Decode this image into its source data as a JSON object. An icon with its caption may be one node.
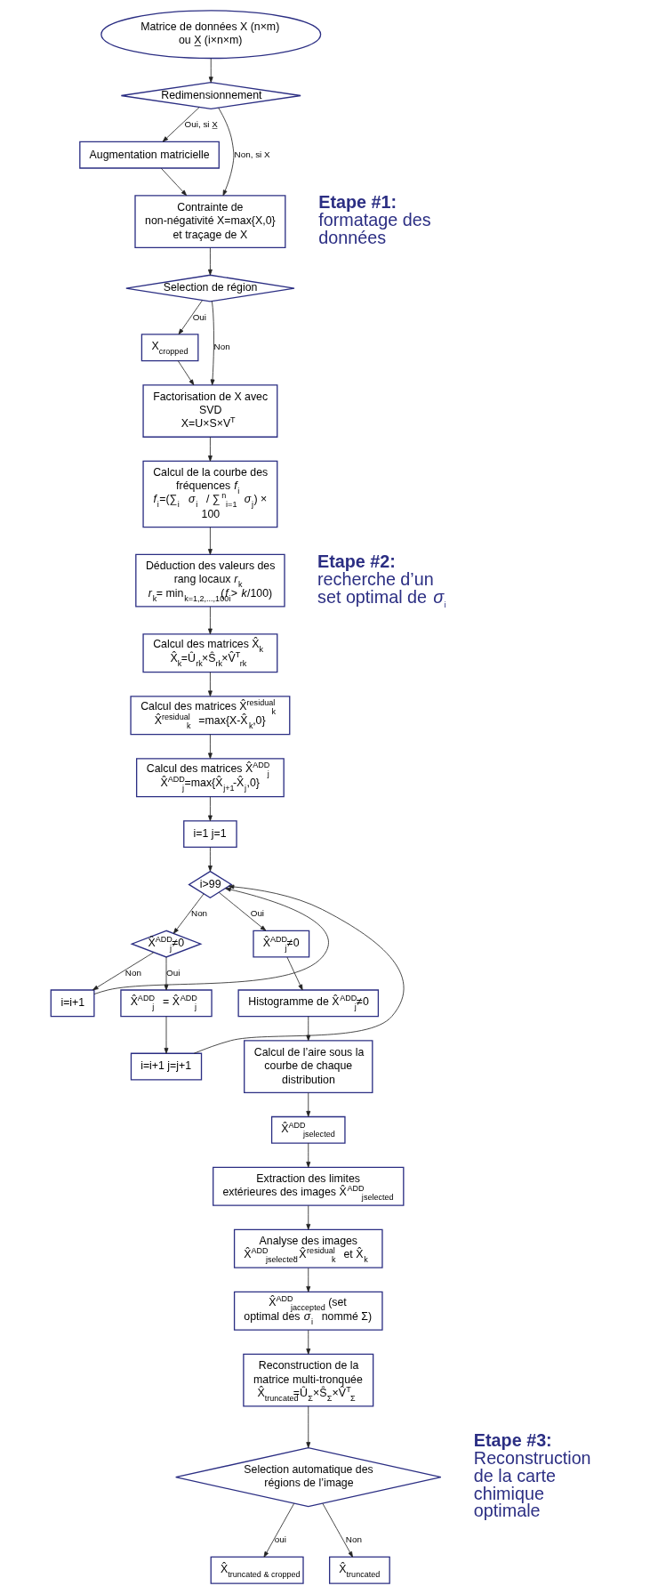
{
  "diagram": {
    "nodes": [
      {
        "text": [
          "Matrice de données X (n×m) ou X̲ (i×n×m)"
        ]
      },
      {
        "text": [
          "Redimensionnement"
        ]
      },
      {
        "text": [
          "Augmentation matricielle"
        ]
      },
      {
        "text": [
          "Contrainte de non-négativité X=max{X,0} et traçage de X"
        ]
      },
      {
        "text": [
          "Selection de région"
        ]
      },
      {
        "text": [
          "X$_{cropped}$"
        ]
      },
      {
        "text": [
          "Factorisation de X avec SVD",
          "X=U×S×V$^{T}$"
        ]
      },
      {
        "text": [
          "Calcul de la courbe des fréquences *f*$_{i}$",
          "*f*$_{i}$=(∑$_{i}$ *σ*$_{i}$ / ∑$^{n}$$_{i=1}$ *σ*$_{j}$) × 100"
        ]
      },
      {
        "text": [
          "Déduction des valeurs des rang locaux *r*$_{k}$",
          "*r*$_{k}$= min$_{k=1,2,...,100}$(*f*$_{i}$> *k*/100)"
        ]
      },
      {
        "text": [
          "Calcul des matrices X̂$_{k}$",
          "X̂$_{k}$=Û$_{rk}$×Ŝ$_{rk}$×V̂$^{T}$$_{rk}$"
        ]
      },
      {
        "text": [
          "Calcul des matrices X̂$^{residual}$$_{k}$",
          "X̂$^{residual}$$_{k}$ =max{X-X̂$_{k}$,0}"
        ]
      },
      {
        "text": [
          "Calcul des matrices X̂$^{ADD}$$_{j}$",
          "X̂$^{ADD}$$_{j}$=max{X̂$_{j+1}$-X̂$_{j}$,0}"
        ]
      },
      {
        "text": [
          "i=1 j=1"
        ]
      },
      {
        "text": [
          "i>99"
        ]
      },
      {
        "text": [
          "X̂$^{ADD}$$_{j}$≠0"
        ]
      },
      {
        "text": [
          "i=i+1"
        ]
      },
      {
        "text": [
          "X̂$^{ADD}$$_{j}$ = X̂$^{ADD}$$_{j}$"
        ]
      },
      {
        "text": [
          "i=i+1 j=j+1"
        ]
      },
      {
        "text": [
          "X̂$^{ADD}$$_{j}$≠0"
        ]
      },
      {
        "text": [
          "Histogramme de X̂$^{ADD}$$_{j}$≠0"
        ]
      },
      {
        "text": [
          "Calcul de l’aire sous la courbe de chaque distribution"
        ]
      },
      {
        "text": [
          "X̂$^{ADD}$$_{jselected}$"
        ]
      },
      {
        "text": [
          "Extraction des limites extérieures des images X̂$^{ADD}$$_{jselected}$"
        ]
      },
      {
        "text": [
          "Analyse des images",
          "X̂$^{ADD}$$_{jselected}$, X̂$^{residual}$$_{k}$ et X̂$_{k}$"
        ]
      },
      {
        "text": [
          "X̂$^{ADD}$$_{jaccepted}$ (set optimal des *σ*$_{i}$ nommé Σ)"
        ]
      },
      {
        "text": [
          "Reconstruction de la matrice multi-tronquée",
          "X̂$_{truncated}$=Û$_{Σ}$×Ŝ$_{Σ}$×V̂$^{T}$$_{Σ}$"
        ]
      },
      {
        "text": [
          "Selection automatique des régions de l’image"
        ]
      },
      {
        "text": [
          "X̂$_{truncated & cropped}$"
        ]
      },
      {
        "text": [
          "X̂$_{truncated}$"
        ]
      }
    ],
    "edges": [
      {
        "from": 0,
        "to": 1,
        "arrow": "to"
      },
      {
        "from": 1,
        "to": 2,
        "arrow": "to",
        "label": "Oui, si X̲"
      },
      {
        "from": 1,
        "to": 3,
        "arrow": "to",
        "label": "Non, si X"
      },
      {
        "from": 2,
        "to": 3,
        "arrow": "to"
      },
      {
        "from": 3,
        "to": 4,
        "arrow": "to"
      },
      {
        "from": 4,
        "to": 5,
        "arrow": "to",
        "label": "Oui"
      },
      {
        "from": 4,
        "to": 6,
        "arrow": "to",
        "label": "Non"
      },
      {
        "from": 5,
        "to": 6,
        "arrow": "to"
      },
      {
        "from": 6,
        "to": 7,
        "arrow": "to"
      },
      {
        "from": 7,
        "to": 8,
        "arrow": "to"
      },
      {
        "from": 8,
        "to": 9,
        "arrow": "to"
      },
      {
        "from": 9,
        "to": 10,
        "arrow": "to"
      },
      {
        "from": 10,
        "to": 11,
        "arrow": "to"
      },
      {
        "from": 11,
        "to": 12,
        "arrow": "to"
      },
      {
        "from": 12,
        "to": 13,
        "arrow": "to"
      },
      {
        "from": 13,
        "to": 14,
        "arrow": "to",
        "label": "Non"
      },
      {
        "from": 13,
        "to": 18,
        "arrow": "to",
        "label": "Oui"
      },
      {
        "from": 14,
        "to": 15,
        "arrow": "to",
        "label": "Non"
      },
      {
        "from": 14,
        "to": 16,
        "arrow": "to",
        "label": "Oui"
      },
      {
        "from": 16,
        "to": 17,
        "arrow": "to"
      },
      {
        "from": 15,
        "to": 13,
        "arrow": "to"
      },
      {
        "from": 17,
        "to": 13,
        "arrow": "to"
      },
      {
        "from": 18,
        "to": 19,
        "arrow": "to"
      },
      {
        "from": 19,
        "to": 20,
        "arrow": "to"
      },
      {
        "from": 20,
        "to": 21,
        "arrow": "to"
      },
      {
        "from": 21,
        "to": 22,
        "arrow": "to"
      },
      {
        "from": 22,
        "to": 23,
        "arrow": "to"
      },
      {
        "from": 23,
        "to": 24,
        "arrow": "to"
      },
      {
        "from": 24,
        "to": 25,
        "arrow": "to"
      },
      {
        "from": 25,
        "to": 26,
        "arrow": "to"
      },
      {
        "from": 26,
        "to": 27,
        "arrow": "to",
        "label": "oui"
      },
      {
        "from": 26,
        "to": 28,
        "arrow": "to",
        "label": "Non"
      }
    ],
    "labels": [
      "Etape #1:",
      "formatage des données",
      "Etape #2:",
      "recherche d’un set optimal de *σ*$_{i}$",
      "Etape #3:",
      "Reconstruction de la carte chimique optimale"
    ]
  }
}
